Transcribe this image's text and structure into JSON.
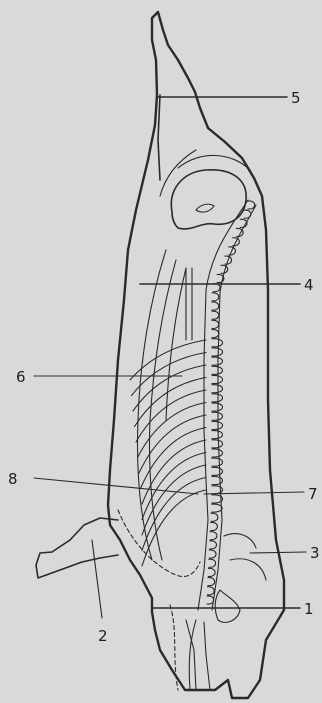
{
  "figure": {
    "labels": [
      {
        "id": "5",
        "text": "5"
      },
      {
        "id": "4",
        "text": "4"
      },
      {
        "id": "6",
        "text": "6"
      },
      {
        "id": "8",
        "text": "8"
      },
      {
        "id": "7",
        "text": "7"
      },
      {
        "id": "3",
        "text": "3"
      },
      {
        "id": "1",
        "text": "1"
      },
      {
        "id": "2",
        "text": "2"
      }
    ]
  },
  "colors": {
    "background": "#d9d9d9",
    "ink": "#2a2a2a"
  }
}
